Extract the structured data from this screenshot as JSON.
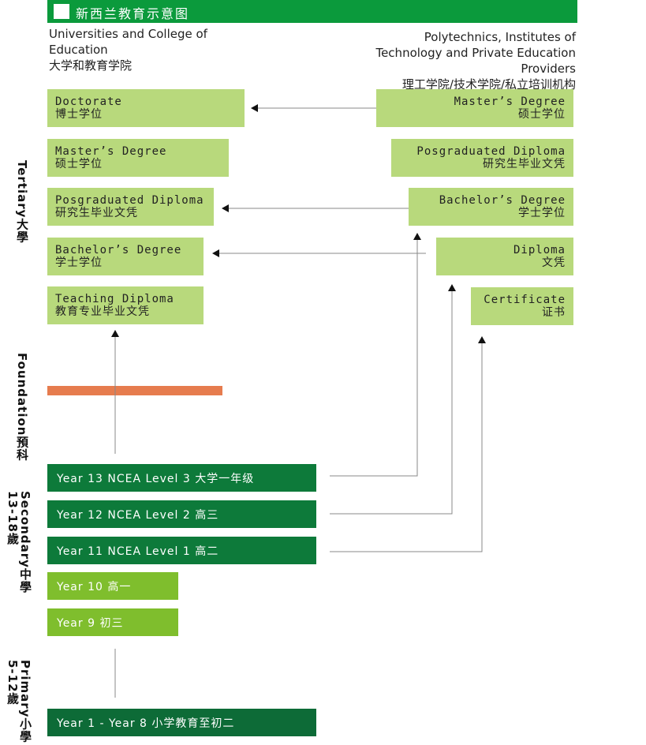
{
  "header": {
    "title": "新西兰教育示意图"
  },
  "columns": {
    "left_en": "Universities and College of Education",
    "left_cn": "大学和教育学院",
    "right_en": "Polytechnics, Institutes of Technology and Private Education Providers",
    "right_cn": "理工学院/技术学院/私立培训机构"
  },
  "left_boxes": [
    {
      "en": "Doctorate",
      "cn": "博士学位"
    },
    {
      "en": "Master’s Degree",
      "cn": "硕士学位"
    },
    {
      "en": "Posgraduated Diploma",
      "cn": "研究生毕业文凭"
    },
    {
      "en": "Bachelor’s Degree",
      "cn": "学士学位"
    },
    {
      "en": "Teaching Diploma",
      "cn": "教育专业毕业文凭"
    }
  ],
  "right_boxes": [
    {
      "en": "Master’s Degree",
      "cn": "硕士学位"
    },
    {
      "en": "Posgraduated Diploma",
      "cn": "研究生毕业文凭"
    },
    {
      "en": "Bachelor’s Degree",
      "cn": "学士学位"
    },
    {
      "en": "Diploma",
      "cn": "文凭"
    },
    {
      "en": "Certificate",
      "cn": "证书"
    }
  ],
  "secondary": [
    "Year 13 NCEA Level 3 大学一年级",
    "Year 12 NCEA Level 2 高三",
    "Year 11 NCEA Level 1 高二",
    "Year 10 高一",
    "Year 9 初三"
  ],
  "primary": "Year 1 - Year 8 小学教育至初二",
  "side_labels": {
    "tertiary": "Tertiary大學",
    "foundation": "Foundation預科",
    "secondary": "Secondary中學13-18歲",
    "primary": "Primary小學5-12歲"
  },
  "colors": {
    "header": "#0b9a3c",
    "box_light": "#b8d97c",
    "secondary_dark": "#0d7a3a",
    "secondary_mid": "#7fbe2d",
    "foundation_bar": "#e67c4e"
  }
}
